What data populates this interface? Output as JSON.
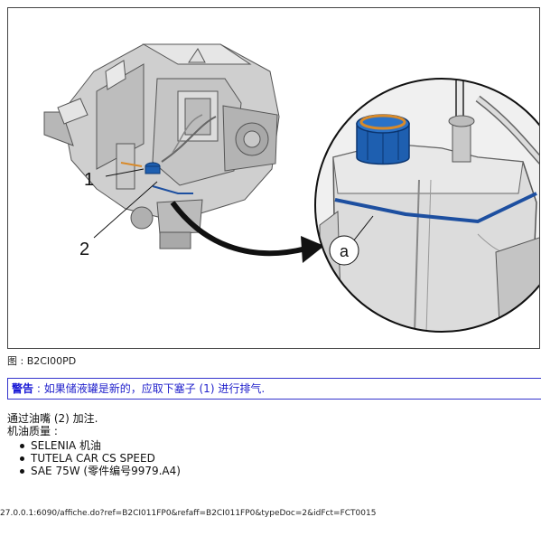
{
  "figure": {
    "callouts": [
      "1",
      "2",
      "a"
    ],
    "caption": "图 : B2CI00PD"
  },
  "warning": {
    "label": "警告",
    "text": " : 如果储液罐是新的，应取下塞子 (1) 进行排气."
  },
  "instructions": {
    "fill_line": "通过油嘴 (2) 加注.",
    "quality_title": "机油质量 :",
    "oils": [
      "SELENIA 机油",
      "TUTELA CAR CS SPEED",
      "SAE 75W (零件编号9979.A4)"
    ]
  },
  "footer": {
    "url": "27.0.0.1:6090/affiche.do?ref=B2CI011FP0&refaff=B2CI011FP0&typeDoc=2&idFct=FCT0015"
  },
  "colors": {
    "cap_blue": "#1e5fb0",
    "cap_ring": "#d88a2a",
    "marker_line": "#1d4fa0",
    "warning_border": "#3333cc"
  }
}
